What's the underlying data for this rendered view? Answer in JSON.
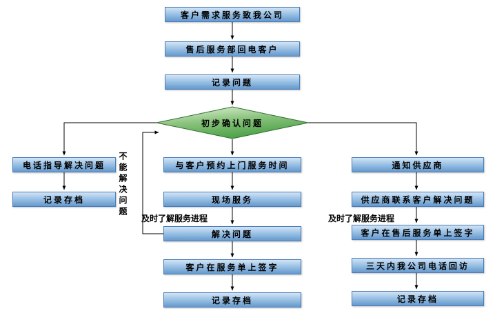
{
  "flow": {
    "top": [
      {
        "label": "客户需求服务致我公司"
      },
      {
        "label": "售后服务部回电客户"
      },
      {
        "label": "记录问题"
      }
    ],
    "decision": {
      "label": "初步确认问题"
    },
    "left_branch": [
      {
        "label": "电话指导解决问题"
      },
      {
        "label": "记录存档"
      }
    ],
    "middle_branch": [
      {
        "label": "与客户预约上门服务时间"
      },
      {
        "label": "现场服务"
      },
      {
        "label": "解决问题"
      },
      {
        "label": "客户在服务单上签字"
      },
      {
        "label": "记录存档"
      }
    ],
    "right_branch": [
      {
        "label": "通知供应商"
      },
      {
        "label": "供应商联系客户解决问题"
      },
      {
        "label": "客户在售后服务单上签字"
      },
      {
        "label": "三天内我公司电话回访"
      },
      {
        "label": "记录存档"
      }
    ],
    "annotations": {
      "cannot_solve": "不能解决问题",
      "progress_middle": "及时了解服务进程",
      "progress_right": "及时了解服务进程"
    },
    "colors": {
      "process_fill_top": "#d3e4f5",
      "process_fill_bottom": "#6699cc",
      "process_border": "#4a7ebb",
      "decision_fill_top": "#e3f2da",
      "decision_fill_bottom": "#4ea34a",
      "decision_border": "#2f6e2f",
      "connector": "#000000",
      "background": "#ffffff"
    }
  }
}
